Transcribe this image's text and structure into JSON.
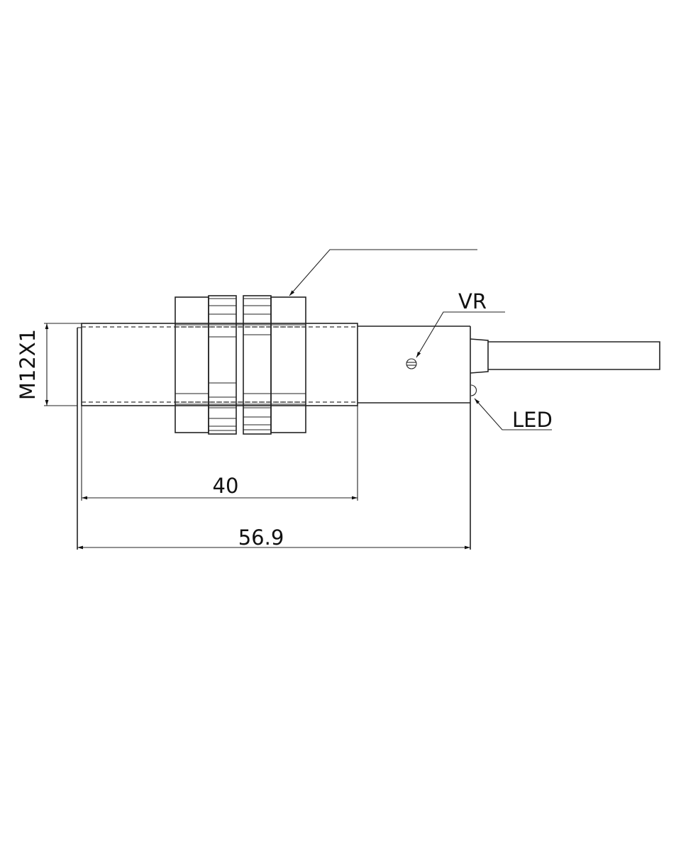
{
  "drawing": {
    "labels": {
      "thread": "M12X1",
      "vr": "VR",
      "led": "LED"
    },
    "dimensions": {
      "thread_length": "40",
      "total_length": "56.9"
    },
    "line_color": "#222222"
  }
}
